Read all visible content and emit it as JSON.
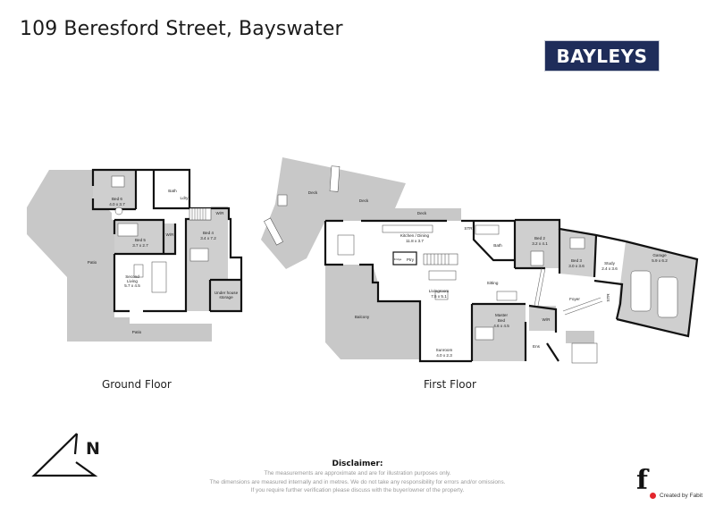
{
  "header": {
    "title": "109 Beresford Street, Bayswater",
    "brand_logo": "BAYLEYS",
    "brand_color": "#1f2d5a"
  },
  "floors": [
    {
      "label": "Ground Floor",
      "rooms": [
        {
          "name": "Bed 6",
          "dims": "4.0 x 3.7"
        },
        {
          "name": "W/R",
          "dims": ""
        },
        {
          "name": "Bath",
          "dims": ""
        },
        {
          "name": "Ldry",
          "dims": ""
        },
        {
          "name": "W/R",
          "dims": ""
        },
        {
          "name": "Bed 5",
          "dims": "3.7 x 2.7"
        },
        {
          "name": "W/R",
          "dims": ""
        },
        {
          "name": "Bed 4",
          "dims": "3.4 x 7.2"
        },
        {
          "name": "Second Living",
          "dims": "5.7 x 4.5"
        },
        {
          "name": "Under house storage",
          "dims": ""
        },
        {
          "name": "Patio",
          "dims": ""
        },
        {
          "name": "Patio",
          "dims": ""
        }
      ]
    },
    {
      "label": "First Floor",
      "rooms": [
        {
          "name": "Deck",
          "dims": ""
        },
        {
          "name": "Deck",
          "dims": ""
        },
        {
          "name": "Deck",
          "dims": ""
        },
        {
          "name": "Kitchen / Dining",
          "dims": "11.8 x 3.7"
        },
        {
          "name": "Fridge",
          "dims": ""
        },
        {
          "name": "Ptry",
          "dims": ""
        },
        {
          "name": "STR",
          "dims": ""
        },
        {
          "name": "Bath",
          "dims": ""
        },
        {
          "name": "Bed 2",
          "dims": "3.2 x 4.1"
        },
        {
          "name": "Bed 3",
          "dims": "3.0 x 3.6"
        },
        {
          "name": "Study",
          "dims": "2.4 x 3.6"
        },
        {
          "name": "Garage",
          "dims": "5.9 x 6.2"
        },
        {
          "name": "STR",
          "dims": ""
        },
        {
          "name": "Sitting",
          "dims": ""
        },
        {
          "name": "Livingroom",
          "dims": "7.5 x 5.1"
        },
        {
          "name": "Foyer",
          "dims": ""
        },
        {
          "name": "Master Bed",
          "dims": "4.6 x 4.5"
        },
        {
          "name": "W/R",
          "dims": ""
        },
        {
          "name": "Ens",
          "dims": ""
        },
        {
          "name": "Balcony",
          "dims": ""
        },
        {
          "name": "Sunroom",
          "dims": "4.0 x 2.3"
        }
      ]
    }
  ],
  "labels": {
    "ground": {
      "bed6": "Bed 6",
      "bed6_dims": "4.0 x 3.7",
      "wr1": "W/R",
      "bath": "Bath",
      "ldry": "Ldry",
      "wr2": "W/R",
      "bed5": "Bed 5",
      "bed5_dims": "3.7 x 2.7",
      "wr3": "W/R",
      "bed4": "Bed 4",
      "bed4_dims": "3.4 x 7.2",
      "living1": "Second",
      "living2": "Living",
      "living_dims": "5.7 x 4.5",
      "storage1": "Under house",
      "storage2": "storage",
      "patio_left": "Patio",
      "patio_bottom": "Patio"
    },
    "first": {
      "deck1": "Deck",
      "deck2": "Deck",
      "deck3": "Deck",
      "kitchen": "Kitchen / Dining",
      "kitchen_dims": "11.8 x 3.7",
      "fridge": "Fridge",
      "ptry": "Ptry",
      "str1": "STR",
      "bath": "Bath",
      "bed2": "Bed 2",
      "bed2_dims": "3.2 x 4.1",
      "bed3": "Bed 3",
      "bed3_dims": "3.0 x 3.6",
      "study": "Study",
      "study_dims": "2.4 x 3.6",
      "garage": "Garage",
      "garage_dims": "5.9 x 6.2",
      "str2": "STR",
      "sitting": "Sitting",
      "living": "Livingroom",
      "living_dims": "7.5 x 5.1",
      "foyer": "Foyer",
      "master1": "Master",
      "master2": "Bed",
      "master_dims": "4.6 x 4.5",
      "wr": "W/R",
      "ens": "Ens",
      "balcony": "Balcony",
      "sunroom": "Sunroom",
      "sunroom_dims": "4.0 x 2.3"
    }
  },
  "compass": {
    "label": "N",
    "icon": "north-arrow-icon"
  },
  "disclaimer": {
    "heading": "Disclaimer:",
    "lines": [
      "The measurements are approximate and are for illustration purposes only.",
      "The dimensions are measured internally and in metres. We do not take any responsibility for errors and/or omissions.",
      "If you require further verification please discuss with the buyer/owner of the property."
    ]
  },
  "footer": {
    "logo_glyph": "f",
    "credit": "Created by Fabit",
    "accent_color": "#e3262d"
  },
  "colors": {
    "exterior_fill": "#c8c8c8",
    "room_fill_grey": "#cfcfcf",
    "wall": "#111111"
  }
}
